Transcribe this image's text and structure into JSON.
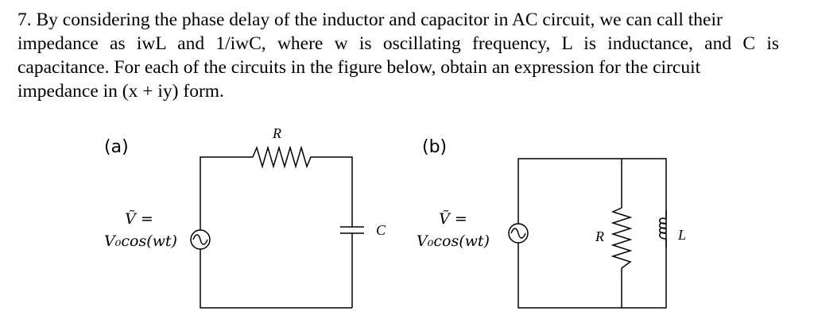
{
  "problem": {
    "lines": [
      "7. By considering the phase delay of the inductor and capacitor in AC circuit, we can call their",
      "impedance as  iwL  and  1/iwC, where w is oscillating frequency, L is inductance, and C is",
      "capacitance. For each of the circuits in the figure below, obtain an expression for the circuit",
      "impedance in  (x + iy)  form."
    ]
  },
  "circuit_a": {
    "label": "(a)",
    "source_line1": "Ṽ =",
    "source_line2": "V₀cos(wt)",
    "resistor_label": "R",
    "capacitor_label": "C"
  },
  "circuit_b": {
    "label": "(b)",
    "source_line1": "Ṽ =",
    "source_line2": "V₀cos(wt)",
    "resistor_label": "R",
    "inductor_label": "L"
  }
}
